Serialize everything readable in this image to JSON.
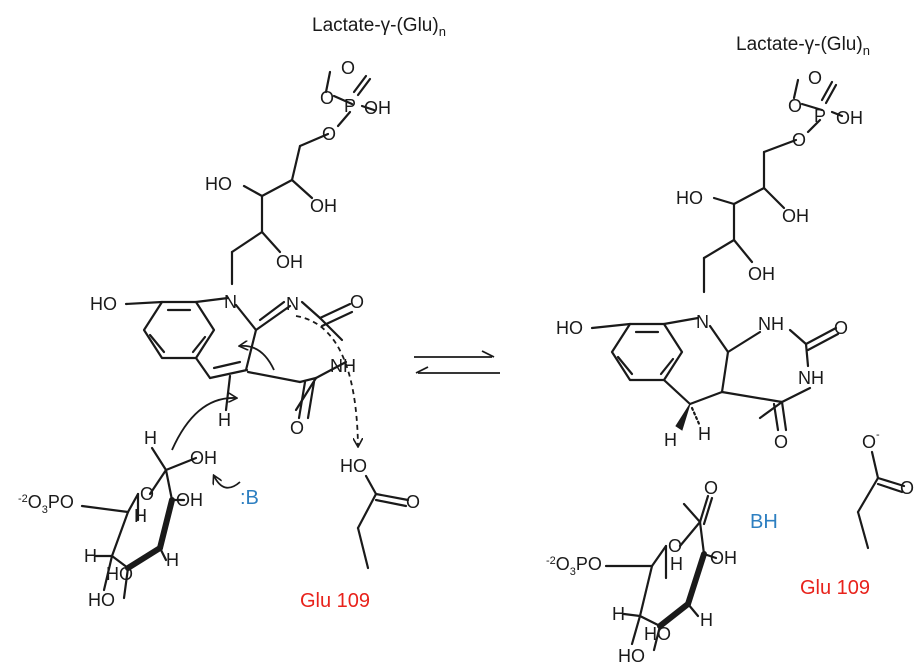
{
  "labels": {
    "lactate_left": "Lactate-γ-(Glu)",
    "lactate_left_sub": "n",
    "lactate_right": "Lactate-γ-(Glu)",
    "lactate_right_sub": "n",
    "o": "O",
    "oh": "OH",
    "ho": "HO",
    "p": "P",
    "n": "N",
    "nh": "NH",
    "h": "H",
    "base": ":B",
    "conj_acid": "BH",
    "glu_left": "Glu 109",
    "glu_right": "Glu 109",
    "phosphate_sup": "-2",
    "phosphate_main": "O",
    "phosphate_sub": "3",
    "phosphate_po": "PO",
    "o_minus": "-"
  },
  "colors": {
    "bond": "#1a1a1a",
    "glutamate": "#e8221b",
    "base": "#2d7fc1"
  }
}
